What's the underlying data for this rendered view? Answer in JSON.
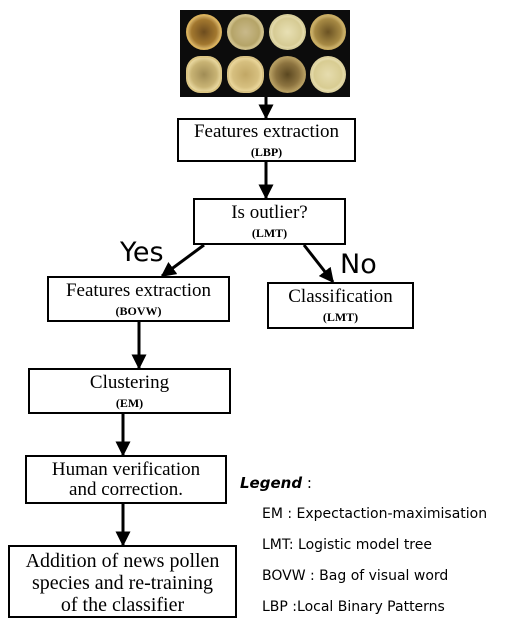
{
  "photo": {
    "icon": "pollen-grains-photo"
  },
  "nodes": {
    "lbp_extraction": {
      "title": "Features extraction",
      "sub": "(LBP)"
    },
    "outlier": {
      "title": "Is outlier?",
      "sub": "(LMT)"
    },
    "bovw_extraction": {
      "title": "Features extraction",
      "sub": "(BOVW)"
    },
    "classification": {
      "title": "Classification",
      "sub": "(LMT)"
    },
    "clustering": {
      "title": "Clustering",
      "sub": "(EM)"
    },
    "human": {
      "line1": "Human verification",
      "line2": "and correction."
    },
    "addition": {
      "line1": "Addition of news pollen",
      "line2": "species and re-training",
      "line3": "of the classifier"
    }
  },
  "branches": {
    "yes": "Yes",
    "no": "No"
  },
  "legend": {
    "title": "Legend",
    "colon": " :",
    "items": [
      "EM : Expectaction-maximisation",
      "LMT: Logistic model tree",
      "BOVW : Bag of visual word",
      "LBP :Local Binary Patterns"
    ]
  }
}
